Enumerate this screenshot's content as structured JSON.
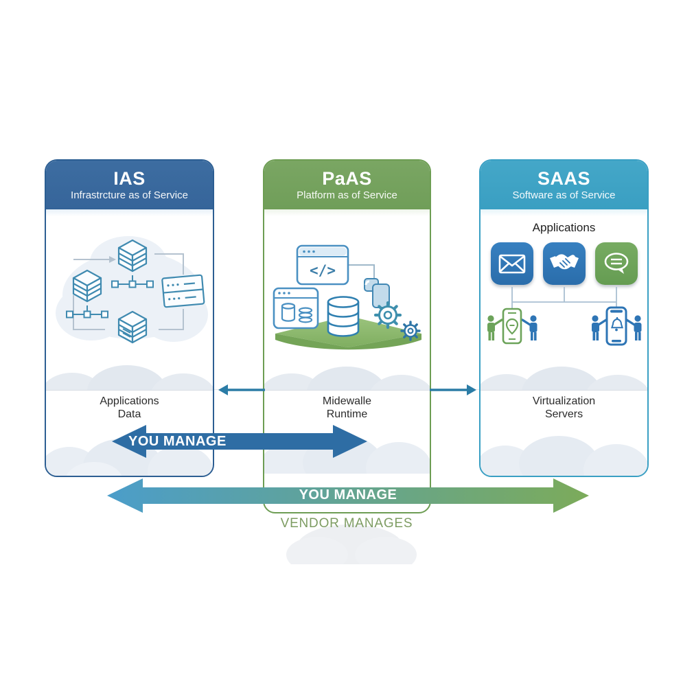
{
  "diagram_title": "Cloud service models comparison (IaaS / PaaS / SaaS)",
  "columns": [
    {
      "id": "iaas",
      "title": "IAS",
      "subtitle": "Infrastrcture as of Service",
      "labels": [
        "Applications",
        "Data"
      ],
      "header_bg": "#39699d",
      "border": "#2c5e92",
      "icon": "networked-servers-cloud"
    },
    {
      "id": "paas",
      "title": "PaAS",
      "subtitle": "Platform as of Service",
      "labels": [
        "Midewalle",
        "Runtime"
      ],
      "header_bg": "#75a25f",
      "border": "#6d9d53",
      "icon": "code-window-database-gears-platform"
    },
    {
      "id": "saas",
      "title": "SAAS",
      "subtitle": "Software as of Service",
      "labels": [
        "Virtualization",
        "Servers"
      ],
      "content_heading": "Applications",
      "header_bg": "#3ea3c4",
      "border": "#399fc3",
      "icons": [
        "mail-app",
        "handshake-app",
        "chat-app",
        "phone-users-location",
        "phone-users-notification"
      ]
    }
  ],
  "arrows": {
    "upper_label": "YOU MANAGE",
    "lower_label": "YOU MANAGE",
    "vendor_label": "VENDOR MANAGES",
    "upper_color": "#2e6da4",
    "lower_gradient_start": "#4b9dca",
    "lower_gradient_end": "#7cab5a",
    "exchange_color": "#2b7ca6"
  },
  "icons": {
    "code_glyph": "</>"
  }
}
